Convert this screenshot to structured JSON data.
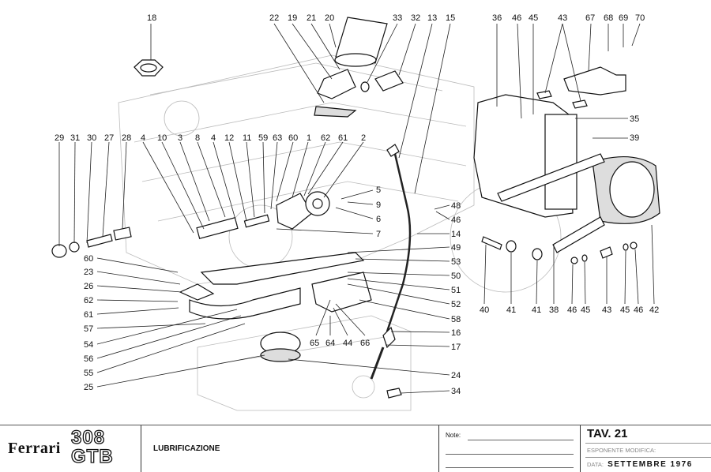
{
  "document": {
    "type": "parts catalog plate",
    "brand": "Ferrari",
    "model_top": "308",
    "model_bottom": "GTB",
    "section_title": "LUBRIFICAZIONE",
    "notes_label": "Note:",
    "plate": "TAV. 21",
    "revision_label": "ESPONENTE MODIFICA:",
    "date_label": "DATA:",
    "date_value": "SETTEMBRE 1976"
  },
  "callouts": {
    "top_left": [
      "18"
    ],
    "top_filter": [
      "22",
      "19",
      "21",
      "20",
      "33",
      "32",
      "13",
      "15"
    ],
    "top_right": [
      "36",
      "46",
      "45",
      "43",
      "67",
      "68",
      "69",
      "70"
    ],
    "pump_row": [
      "29",
      "31",
      "30",
      "27",
      "28",
      "4",
      "10",
      "3",
      "8",
      "4",
      "12",
      "11",
      "59",
      "63",
      "60",
      "1",
      "62",
      "61",
      "2"
    ],
    "pump_right": [
      "5",
      "9",
      "6",
      "7"
    ],
    "dipstick_right": [
      "48",
      "46",
      "14",
      "49",
      "53",
      "50",
      "51",
      "52",
      "58",
      "16",
      "17",
      "24",
      "34"
    ],
    "left_column": [
      "60",
      "23",
      "26",
      "62",
      "61",
      "57",
      "54",
      "56",
      "55",
      "25"
    ],
    "bottom_center": [
      "65",
      "64",
      "44",
      "66"
    ],
    "cooler_right": [
      "35",
      "39"
    ],
    "cooler_bottom": [
      "40",
      "41",
      "41",
      "38",
      "46",
      "45",
      "43",
      "45",
      "46",
      "42"
    ]
  }
}
